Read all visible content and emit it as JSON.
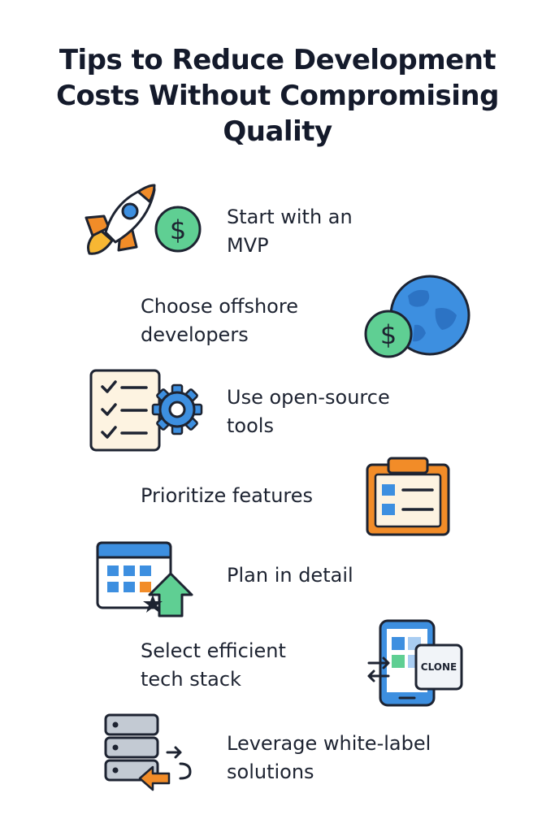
{
  "title": {
    "lines": [
      "Tips to Reduce Development",
      "Costs Without Compromising",
      "Quality"
    ]
  },
  "tips": [
    {
      "lines": [
        "Start with an",
        "MVP"
      ],
      "icon": "rocket-dollar-icon"
    },
    {
      "lines": [
        "Choose offshore",
        "developers"
      ],
      "icon": "globe-dollar-icon"
    },
    {
      "lines": [
        "Use open-source",
        "tools"
      ],
      "icon": "checklist-gear-icon"
    },
    {
      "lines": [
        "Prioritize features"
      ],
      "icon": "clipboard-list-icon"
    },
    {
      "lines": [
        "Plan in detail"
      ],
      "icon": "calendar-arrow-icon"
    },
    {
      "lines": [
        "Select efficient",
        "tech stack"
      ],
      "icon": "phone-clone-icon"
    },
    {
      "lines": [
        "Leverage white-label",
        "solutions"
      ],
      "icon": "server-arrow-icon"
    }
  ],
  "clone_label": "CLONE",
  "dollar_symbol": "$",
  "colors": {
    "orange": "#f28c28",
    "blue": "#3d8fe0",
    "green": "#5fcf93",
    "navy": "#1d2331",
    "cream": "#fdf3e1"
  }
}
